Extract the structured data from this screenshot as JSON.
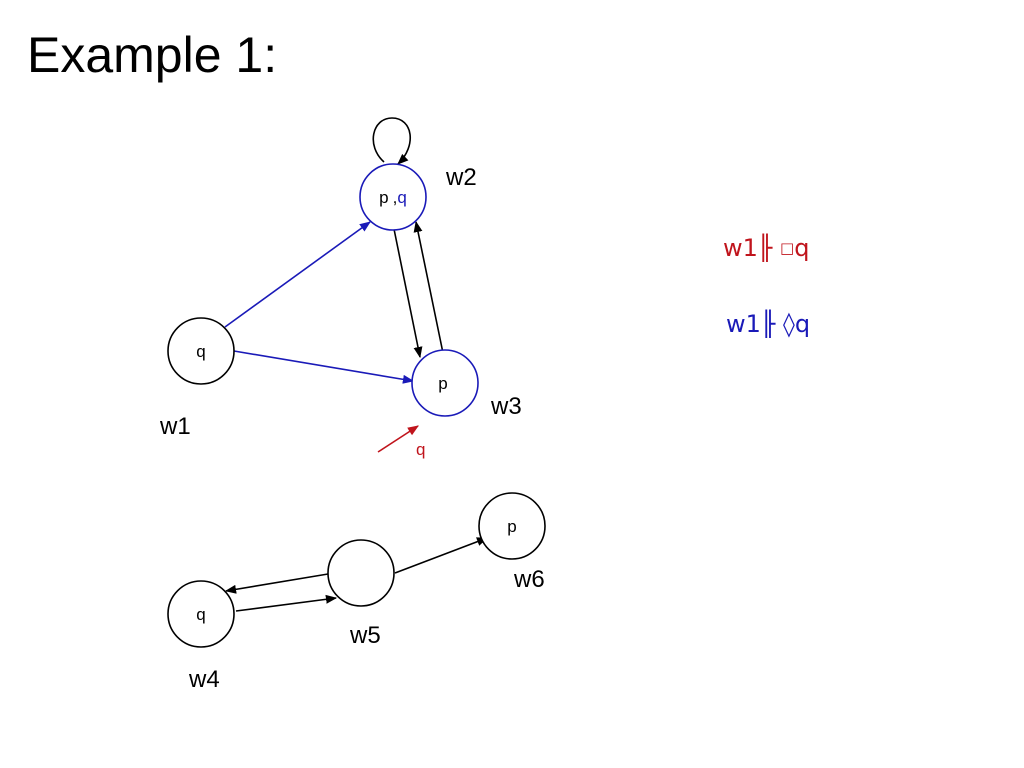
{
  "title": "Example 1:",
  "colors": {
    "black": "#000000",
    "blue": "#1a1ab8",
    "red": "#c0141c"
  },
  "worlds": [
    {
      "id": "w1",
      "label": "w1",
      "props": [
        "q"
      ]
    },
    {
      "id": "w2",
      "label": "w2",
      "props": [
        "p",
        "q"
      ]
    },
    {
      "id": "w3",
      "label": "w3",
      "props": [
        "p"
      ]
    },
    {
      "id": "w4",
      "label": "w4",
      "props": [
        "q"
      ]
    },
    {
      "id": "w5",
      "label": "w5",
      "props": []
    },
    {
      "id": "w6",
      "label": "w6",
      "props": [
        "p"
      ]
    }
  ],
  "w2_props": {
    "p": "p",
    "sep": ",",
    "q": "q"
  },
  "relations": [
    {
      "from": "w2",
      "to": "w2",
      "color": "black"
    },
    {
      "from": "w1",
      "to": "w2",
      "color": "blue"
    },
    {
      "from": "w1",
      "to": "w3",
      "color": "blue"
    },
    {
      "from": "w2",
      "to": "w3",
      "color": "black"
    },
    {
      "from": "w3",
      "to": "w2",
      "color": "black"
    },
    {
      "from": "w5",
      "to": "w4",
      "color": "black"
    },
    {
      "from": "w4",
      "to": "w5",
      "color": "black"
    },
    {
      "from": "w5",
      "to": "w6",
      "color": "black"
    }
  ],
  "annotation": {
    "text": "q",
    "color": "red"
  },
  "formulas": {
    "box": {
      "world": "w1",
      "operator": "╟",
      "modal": "□",
      "prop": "q"
    },
    "diamond": {
      "world": "w1",
      "operator": "╟",
      "modal": "◊",
      "prop": "q"
    }
  }
}
